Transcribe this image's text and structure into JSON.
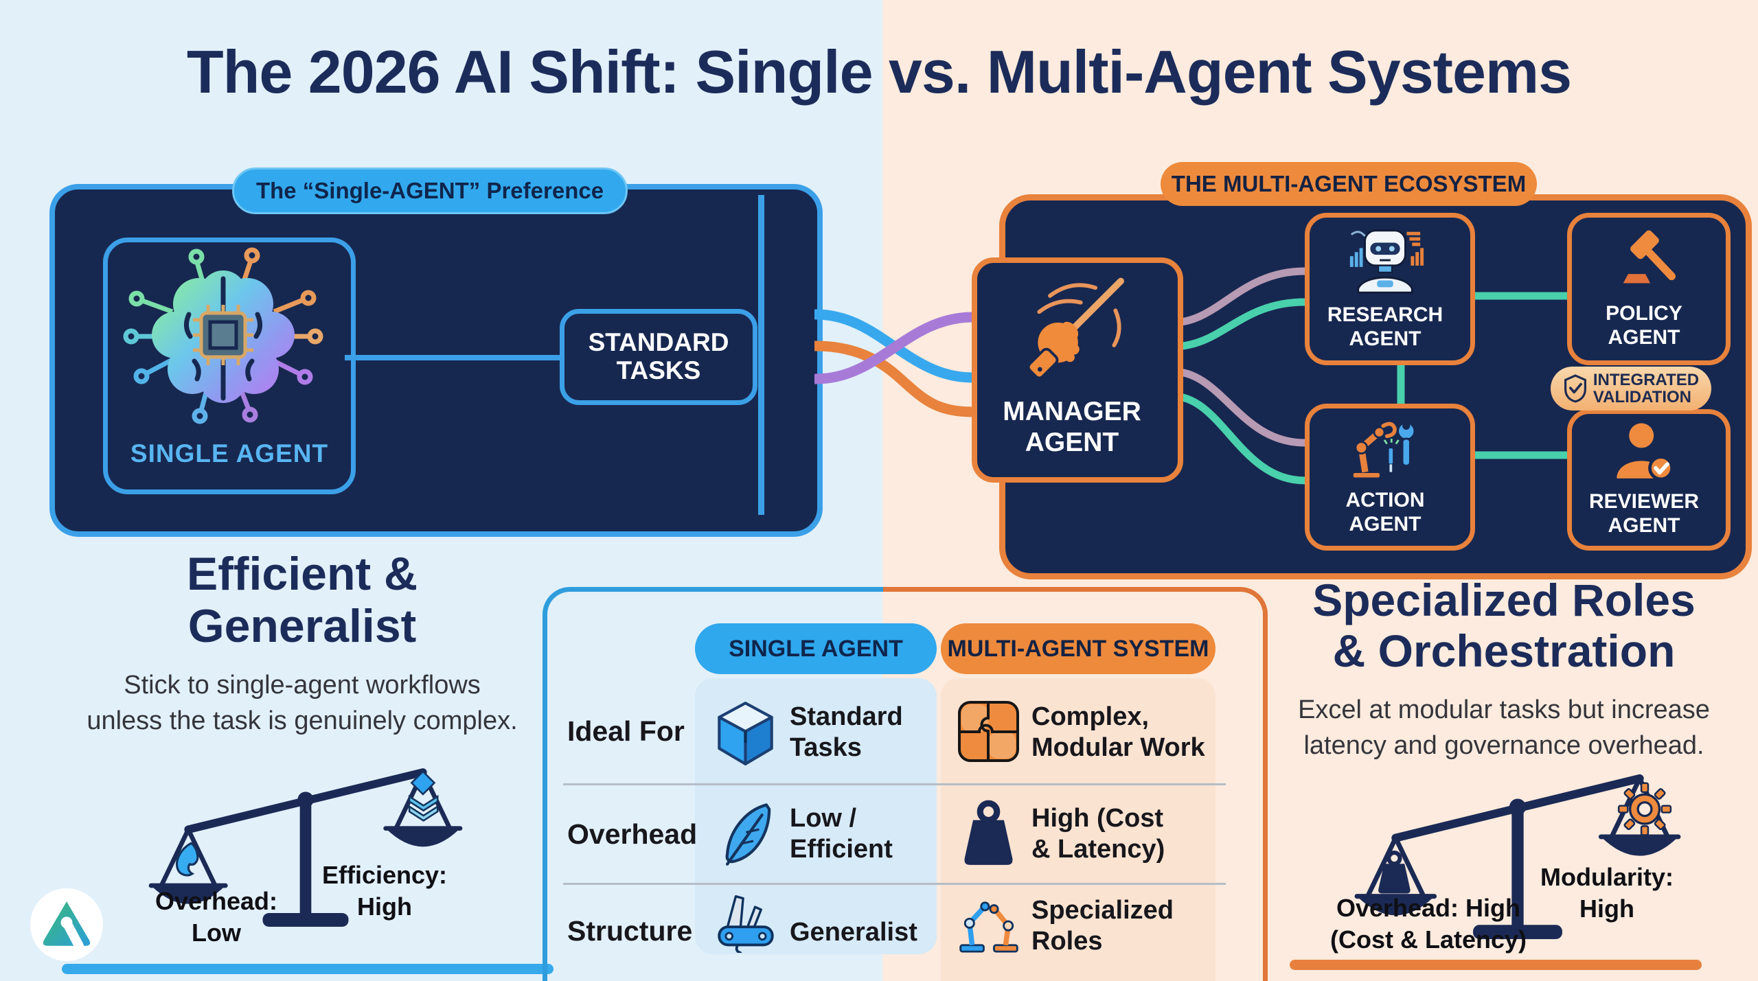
{
  "title": "The 2026 AI Shift: Single vs. Multi-Agent Systems",
  "single_panel": {
    "header": "The “Single-AGENT” Preference",
    "agent_label": "SINGLE AGENT",
    "task_label": "STANDARD\nTASKS"
  },
  "multi_panel": {
    "header": "THE MULTI-AGENT ECOSYSTEM",
    "manager_label": "MANAGER\nAGENT",
    "research_label": "RESEARCH\nAGENT",
    "policy_label": "POLICY\nAGENT",
    "action_label": "ACTION\nAGENT",
    "reviewer_label": "REVIEWER\nAGENT",
    "validation_label": "INTEGRATED\nVALIDATION"
  },
  "single_summary": {
    "heading": "Efficient &\nGeneralist",
    "body": "Stick to single-agent workflows\nunless the task is genuinely complex.",
    "scale_left_label": "Overhead:\nLow",
    "scale_right_label": "Efficiency:\nHigh"
  },
  "multi_summary": {
    "heading": "Specialized Roles\n& Orchestration",
    "body": "Excel at modular tasks but increase\nlatency and governance overhead.",
    "scale_left_label": "Overhead: High\n(Cost & Latency)",
    "scale_right_label": "Modularity:\nHigh"
  },
  "comparison": {
    "single_header": "SINGLE AGENT",
    "multi_header": "MULTI-AGENT SYSTEM",
    "rows": [
      {
        "label": "Ideal For",
        "single": "Standard\nTasks",
        "multi": "Complex,\nModular Work"
      },
      {
        "label": "Overhead",
        "single": "Low /\nEfficient",
        "multi": "High (Cost\n& Latency)"
      },
      {
        "label": "Structure",
        "single": "Generalist",
        "multi": "Specialized\nRoles"
      }
    ]
  },
  "colors": {
    "navy": "#172850",
    "blue_accent": "#3ba0e8",
    "orange_accent": "#e8823c",
    "teal_line": "#49d0ac",
    "mauve_line": "#b79ab3",
    "purple_ribbon": "#a87ad8",
    "bg_left": "#e2f0fa",
    "bg_right": "#fcebde"
  }
}
